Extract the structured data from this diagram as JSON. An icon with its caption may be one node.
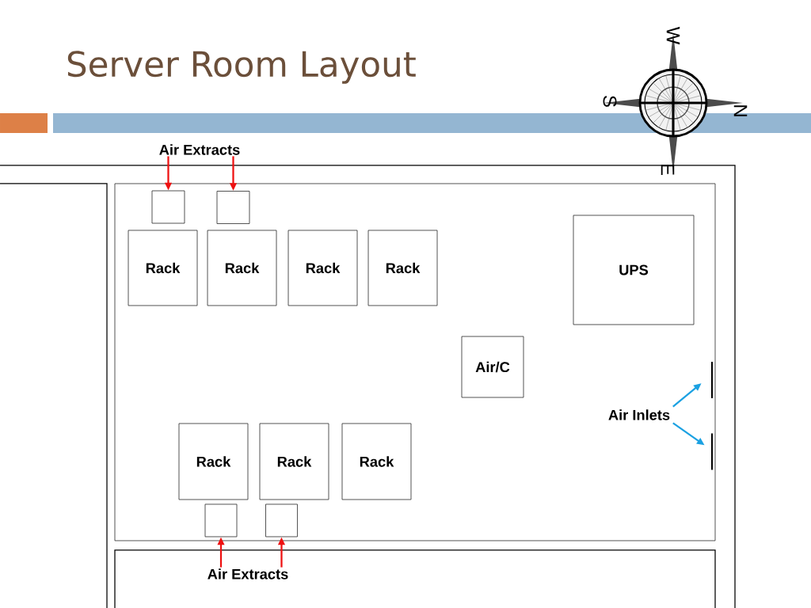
{
  "diagram": {
    "title": "Server Room Layout",
    "nodes": [
      {
        "text": [],
        "shape": "box"
      },
      {
        "text": [
          "Air Extracts"
        ]
      },
      {
        "text": [],
        "shape": "box",
        "in": 0
      },
      {
        "text": [],
        "shape": "box",
        "in": 0
      },
      {
        "text": [
          "Rack"
        ],
        "in": 0
      },
      {
        "text": [
          "Rack"
        ],
        "in": 0
      },
      {
        "text": [
          "Rack"
        ],
        "in": 0
      },
      {
        "text": [
          "Rack"
        ],
        "in": 0
      },
      {
        "text": [
          "UPS"
        ],
        "in": 0
      },
      {
        "text": [
          "Air/C"
        ],
        "in": 0
      },
      {
        "text": [
          "Rack"
        ],
        "in": 0
      },
      {
        "text": [
          "Rack"
        ],
        "in": 0
      },
      {
        "text": [
          "Rack"
        ],
        "in": 0
      },
      {
        "text": [],
        "shape": "box",
        "in": 0
      },
      {
        "text": [],
        "shape": "box",
        "in": 0
      },
      {
        "text": [
          "Air Extracts"
        ]
      },
      {
        "text": [
          "Air Inlets"
        ],
        "in": 0
      },
      {
        "text": [],
        "shape": "bar",
        "in": 0
      },
      {
        "text": [],
        "shape": "bar",
        "in": 0
      }
    ],
    "edges": [
      {
        "from": 1,
        "to": 2,
        "arrow": "to"
      },
      {
        "from": 1,
        "to": 3,
        "arrow": "to"
      },
      {
        "from": 15,
        "to": 13,
        "arrow": "to"
      },
      {
        "from": 15,
        "to": 14,
        "arrow": "to"
      },
      {
        "from": 16,
        "to": 17,
        "arrow": "to",
        "color": "#1ba1e2"
      },
      {
        "from": 16,
        "to": 18,
        "arrow": "to",
        "color": "#1ba1e2"
      }
    ],
    "labels": [
      "W",
      "S",
      "N",
      "E"
    ]
  }
}
